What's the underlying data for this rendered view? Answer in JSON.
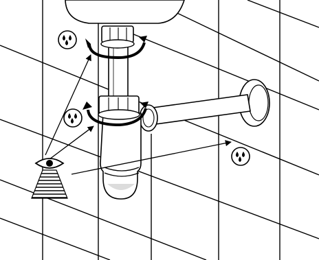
{
  "diagram": {
    "kind": "sink bottle-trap installation instruction",
    "colors": {
      "line": "#000000",
      "fill": "#ffffff",
      "shade": "#dcdcdc"
    },
    "symbols": [
      {
        "id": "drops-1",
        "icon": "water-drops-icon"
      },
      {
        "id": "drops-2",
        "icon": "water-drops-icon"
      },
      {
        "id": "drops-3",
        "icon": "water-drops-icon"
      },
      {
        "id": "eye",
        "icon": "inspect-eye-icon"
      }
    ],
    "rotation_markers": [
      {
        "id": "upper-nut",
        "icon": "tighten-rotation-arrow-icon"
      },
      {
        "id": "lower-nut",
        "icon": "tighten-rotation-arrow-icon"
      }
    ]
  }
}
